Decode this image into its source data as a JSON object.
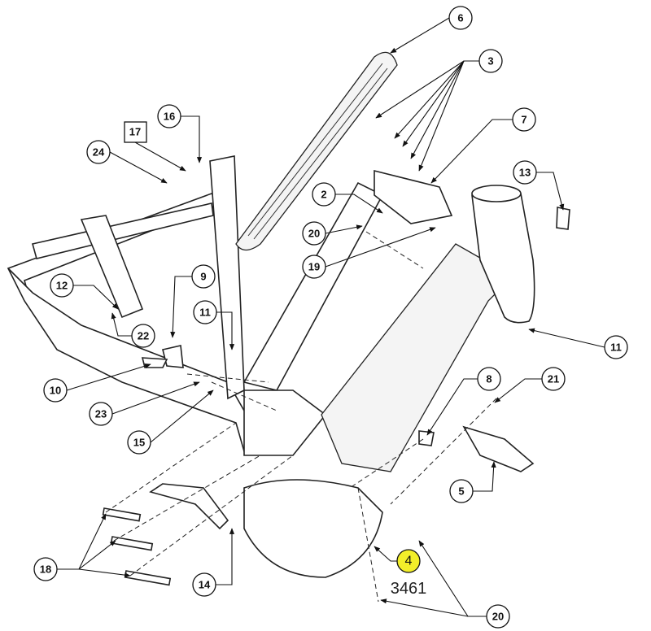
{
  "diagram": {
    "callouts": {
      "c6": "6",
      "c3": "3",
      "c7": "7",
      "c16": "16",
      "c17": "17",
      "c24": "24",
      "c13": "13",
      "c2": "2",
      "c20a": "20",
      "c19": "19",
      "c9": "9",
      "c12": "12",
      "c11a": "11",
      "c22": "22",
      "c11b": "11",
      "c10": "10",
      "c8": "8",
      "c21": "21",
      "c23": "23",
      "c15": "15",
      "c5": "5",
      "c18": "18",
      "c14": "14",
      "c4": "4",
      "c20b": "20"
    },
    "highlight_color": "#f2ee2a",
    "annotation": "3461"
  }
}
